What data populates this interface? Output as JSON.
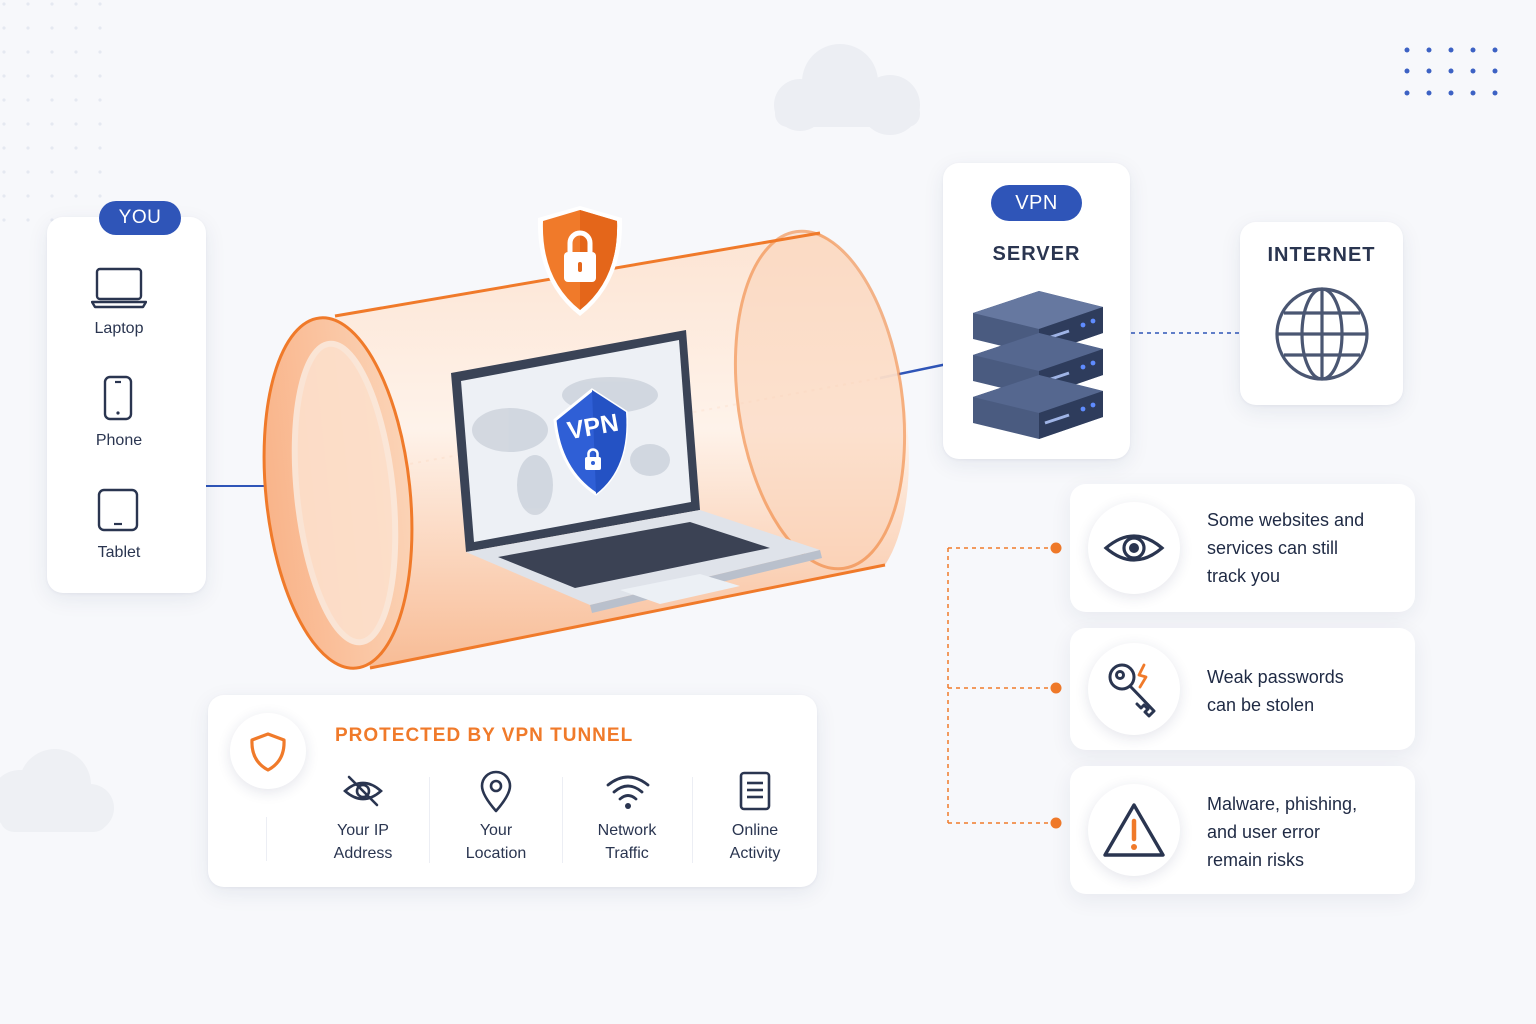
{
  "you": {
    "badge": "YOU",
    "devices": [
      {
        "label": "Laptop",
        "icon": "laptop-icon"
      },
      {
        "label": "Phone",
        "icon": "phone-icon"
      },
      {
        "label": "Tablet",
        "icon": "tablet-icon"
      }
    ]
  },
  "tunnel": {
    "shield_icon": "lock-shield-icon",
    "laptop_badge": "VPN"
  },
  "server": {
    "badge": "VPN",
    "label": "SERVER",
    "icon": "server-rack-icon"
  },
  "internet": {
    "label": "INTERNET",
    "icon": "globe-icon"
  },
  "protected": {
    "title": "PROTECTED BY VPN TUNNEL",
    "icon": "shield-icon",
    "items": [
      {
        "label": "Your IP\nAddress",
        "icon": "eye-slash-icon"
      },
      {
        "label": "Your\nLocation",
        "icon": "location-pin-icon"
      },
      {
        "label": "Network\nTraffic",
        "icon": "wifi-icon"
      },
      {
        "label": "Online\nActivity",
        "icon": "document-icon"
      }
    ]
  },
  "risks": [
    {
      "text": "Some websites and\nservices can still\ntrack you",
      "icon": "eye-icon"
    },
    {
      "text": "Weak passwords\ncan be stolen",
      "icon": "broken-key-icon"
    },
    {
      "text": "Malware, phishing,\nand user error\nremain risks",
      "icon": "warning-icon"
    }
  ],
  "colors": {
    "accent_blue": "#2f55b8",
    "accent_orange": "#f07a2a",
    "text_dark": "#1f2a44"
  }
}
